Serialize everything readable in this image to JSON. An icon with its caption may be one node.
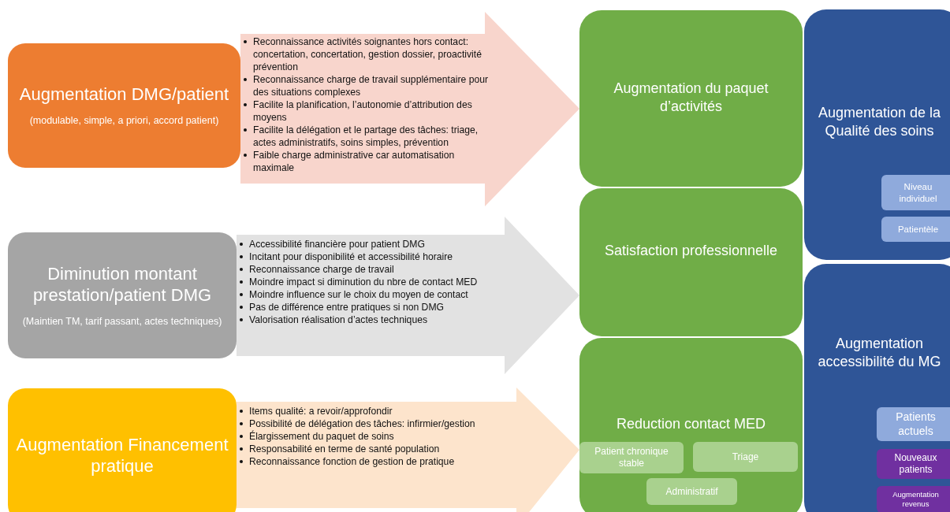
{
  "diagram": {
    "nodes": [
      {
        "text": [
          "Augmentation DMG/patient",
          "(modulable, simple, a priori, accord patient)"
        ]
      },
      {
        "text": [
          "Reconnaissance activités soignantes hors contact: concertation, concertation, gestion dossier, proactivité prévention",
          "Reconnaissance charge de travail supplémentaire pour des situations complexes",
          "Facilite la planification, l’autonomie d’attribution des moyens",
          "Facilite la délégation et le partage des tâches: triage, actes administratifs, soins simples, prévention",
          "Faible charge administrative car automatisation maximale"
        ]
      },
      {
        "text": [
          "Diminution montant prestation/patient DMG",
          "(Maintien TM, tarif passant, actes techniques)"
        ]
      },
      {
        "text": [
          "Accessibilité financière pour patient DMG",
          "Incitant pour disponibilité et accessibilité horaire",
          "Reconnaissance charge de travail",
          "Moindre impact si diminution du nbre de contact MED",
          "Moindre influence sur le choix du moyen de contact",
          "Pas de différence entre pratiques si non DMG",
          "Valorisation réalisation d’actes techniques"
        ]
      },
      {
        "text": [
          "Augmentation Financement pratique"
        ]
      },
      {
        "text": [
          "Items qualité: a revoir/approfondir",
          "Possibilité de délégation des tâches: infirmier/gestion",
          "Élargissement du paquet de soins",
          "Responsabilité en terme de santé population",
          "Reconnaissance fonction de gestion de pratique"
        ]
      },
      {
        "text": [
          "Augmentation du paquet d’activités"
        ]
      },
      {
        "text": [
          "Satisfaction professionnelle"
        ]
      },
      {
        "text": [
          "Reduction contact MED"
        ]
      },
      {
        "text": [
          "Patient chronique stable"
        ],
        "in": 8
      },
      {
        "text": [
          "Triage"
        ],
        "in": 8
      },
      {
        "text": [
          "Administratif"
        ],
        "in": 8
      },
      {
        "text": [
          "Augmentation de la Qualité des soins"
        ]
      },
      {
        "text": [
          "Niveau individuel"
        ],
        "in": 12
      },
      {
        "text": [
          "Patientèle"
        ],
        "in": 12
      },
      {
        "text": [
          "Augmentation accessibilité du MG"
        ]
      },
      {
        "text": [
          "Patients actuels"
        ],
        "in": 15
      },
      {
        "text": [
          "Nouveaux patients"
        ],
        "in": 15
      },
      {
        "text": [
          "Augmentation revenus"
        ],
        "in": 15
      }
    ],
    "edges": [
      {
        "from": 0,
        "to": 6,
        "arrow": "to"
      },
      {
        "from": 2,
        "to": 7,
        "arrow": "to"
      },
      {
        "from": 4,
        "to": 8,
        "arrow": "to"
      }
    ]
  }
}
